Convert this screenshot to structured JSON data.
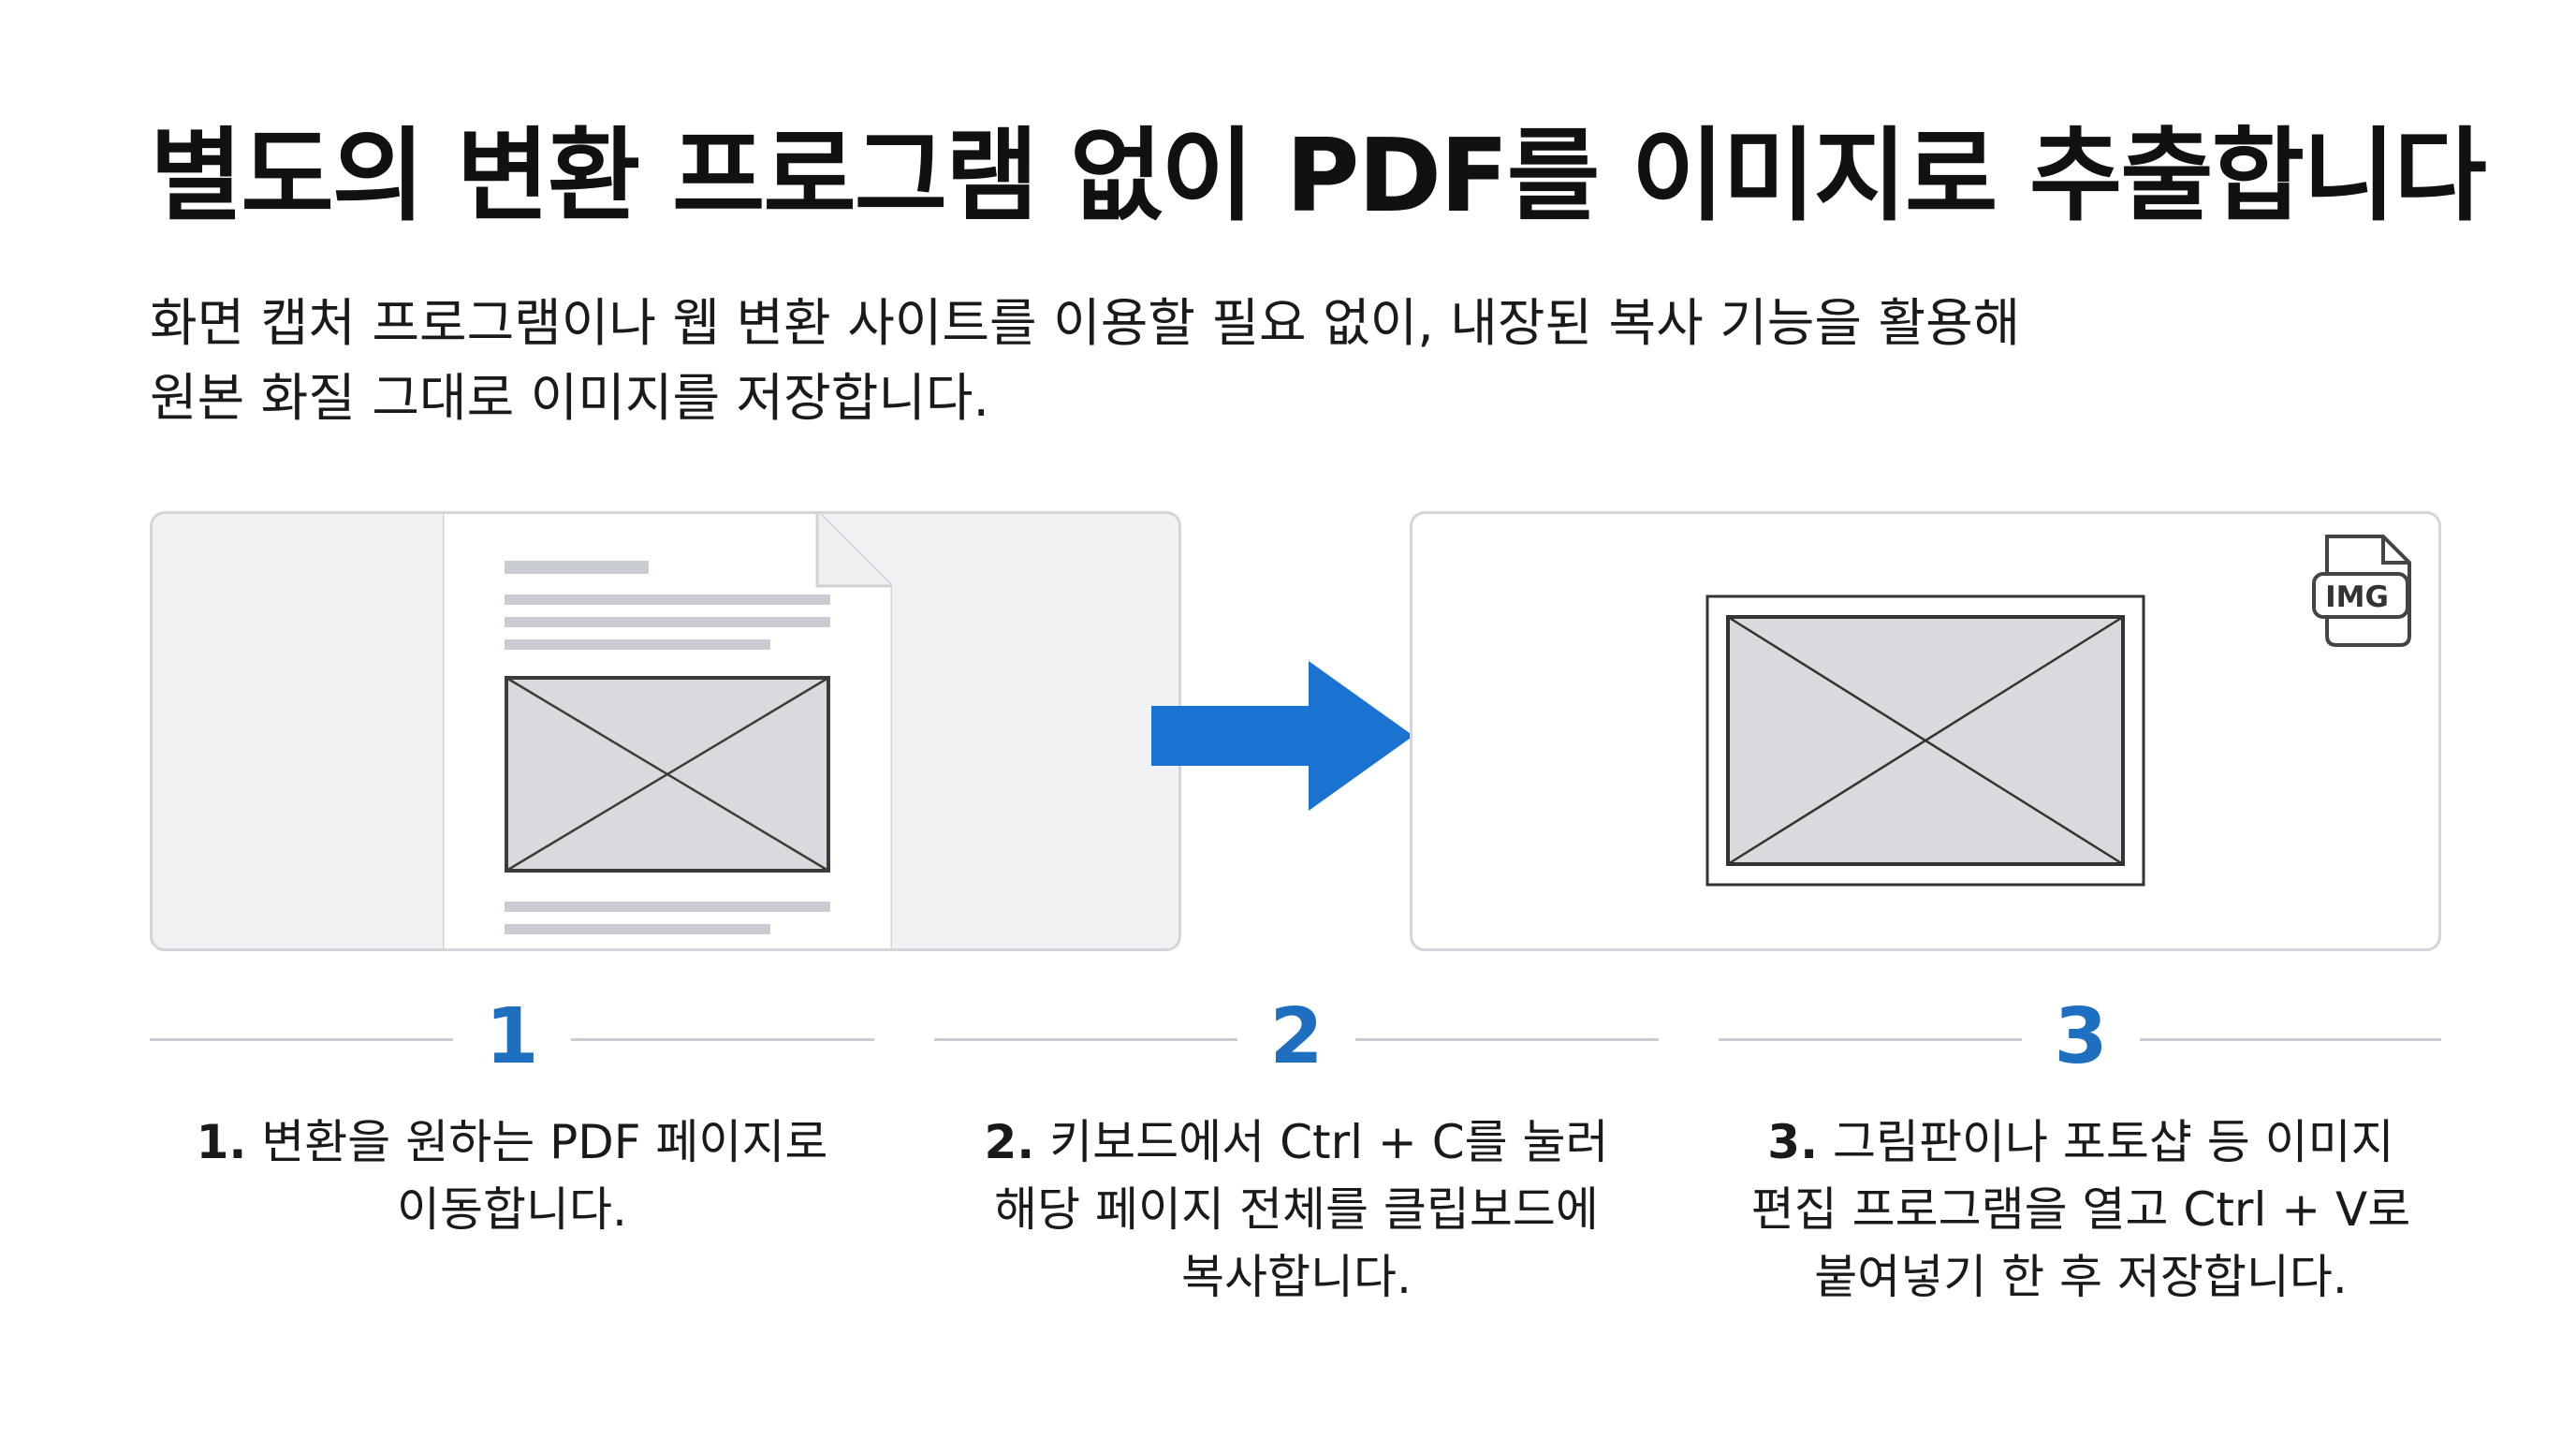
{
  "title": "별도의 변환 프로그램 없이 PDF를 이미지로 추출합니다",
  "subtitle": {
    "line1": "화면 캡처 프로그램이나 웹 변환 사이트를 이용할 필요 없이, 내장된 복사 기능을 활용해",
    "line2": "원본 화질 그대로 이미지를 저장합니다."
  },
  "file_badge": "IMG",
  "colors": {
    "accent": "#1e6fc0",
    "arrow": "#1a73d1",
    "panel_border": "#d2d5da",
    "placeholder_fill": "#d9dadd"
  },
  "steps": [
    {
      "number": "1",
      "lead": "1.",
      "line1": "변환을 원하는 PDF 페이지로",
      "line2": "이동합니다.",
      "line3": ""
    },
    {
      "number": "2",
      "lead": "2.",
      "line1": "키보드에서 Ctrl + C를 눌러",
      "line2": "해당 페이지 전체를 클립보드에",
      "line3": "복사합니다."
    },
    {
      "number": "3",
      "lead": "3.",
      "line1": "그림판이나 포토샵 등 이미지",
      "line2": "편집 프로그램을 열고 Ctrl + V로",
      "line3": "붙여넣기 한 후 저장합니다."
    }
  ]
}
